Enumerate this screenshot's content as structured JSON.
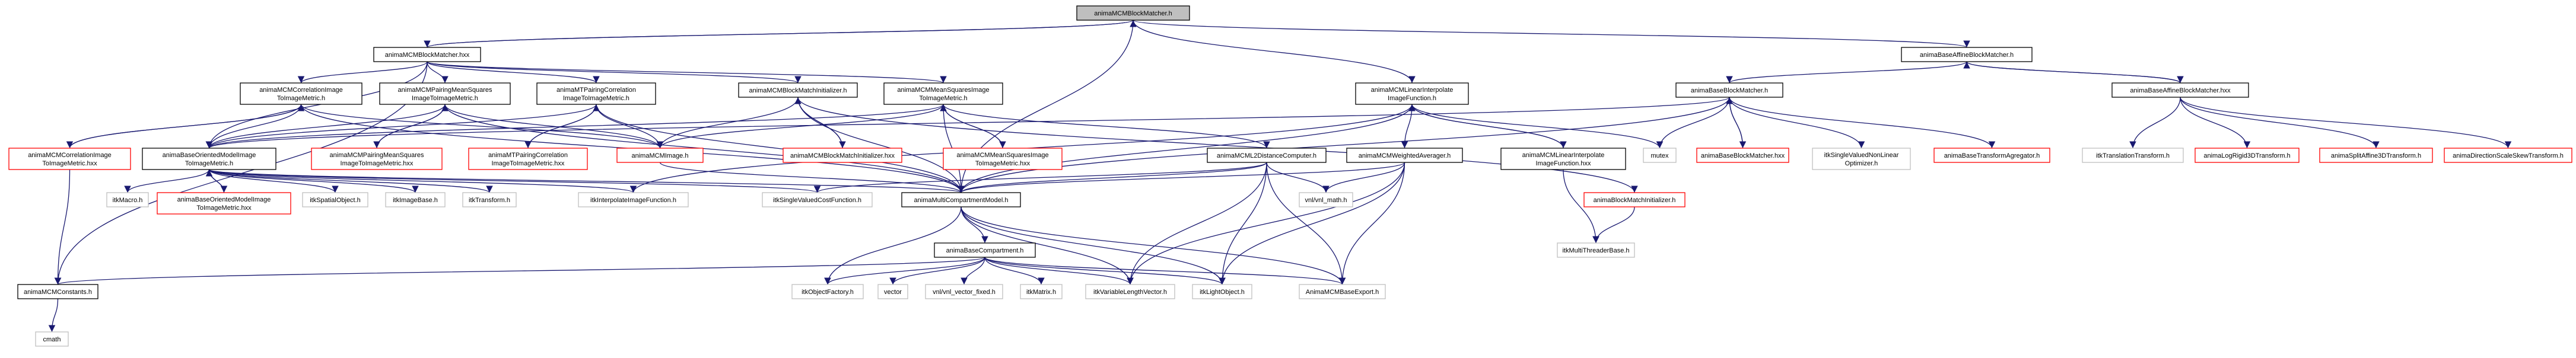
{
  "colors": {
    "edge": "#191970",
    "border_default": "#000000",
    "border_red": "#ff0000",
    "border_gray": "#bfbfbf",
    "root_fill": "#bfbfbf",
    "node_fill": "#ffffff",
    "text": "#000000"
  },
  "nodes": {
    "n0": {
      "label": "animaMCMBlockMatcher.h",
      "style": "root"
    },
    "n1": {
      "label": "animaMCMBlockMatcher.hxx",
      "style": "default"
    },
    "n2": {
      "label": "animaBaseAffineBlockMatcher.h",
      "style": "default"
    },
    "n3": {
      "label": "animaMCMLinearInterpolate ImageFunction.h",
      "style": "default"
    },
    "n4": {
      "label": "animaBaseAffineBlockMatcher.hxx",
      "style": "default"
    },
    "n5": {
      "label": "animaMCMCorrelationImage ToImageMetric.h",
      "style": "default"
    },
    "n6": {
      "label": "animaMCMPairingMeanSquares ImageToImageMetric.h",
      "style": "default"
    },
    "n7": {
      "label": "animaMTPairingCorrelation ImageToImageMetric.h",
      "style": "default"
    },
    "n8": {
      "label": "animaMCMBlockMatchInitializer.h",
      "style": "default"
    },
    "n9": {
      "label": "animaMCMMeanSquaresImage ToImageMetric.h",
      "style": "default"
    },
    "n10": {
      "label": "animaBaseBlockMatcher.h",
      "style": "default"
    },
    "n11": {
      "label": "animaMCMCorrelationImage ToImageMetric.hxx",
      "style": "red"
    },
    "n12": {
      "label": "animaBaseOrientedModelImage ToImageMetric.h",
      "style": "default"
    },
    "n13": {
      "label": "animaMCMPairingMeanSquares ImageToImageMetric.hxx",
      "style": "red"
    },
    "n14": {
      "label": "animaMTPairingCorrelation ImageToImageMetric.hxx",
      "style": "red"
    },
    "n15": {
      "label": "animaMCMImage.h",
      "style": "red"
    },
    "n16": {
      "label": "animaMCMBlockMatchInitializer.hxx",
      "style": "red"
    },
    "n17": {
      "label": "animaMCMMeanSquaresImage ToImageMetric.hxx",
      "style": "red"
    },
    "n18": {
      "label": "animaMCML2DistanceComputer.h",
      "style": "default"
    },
    "n19": {
      "label": "animaMCMWeightedAverager.h",
      "style": "default"
    },
    "n20": {
      "label": "animaMCMLinearInterpolate ImageFunction.hxx",
      "style": "default"
    },
    "n21": {
      "label": "mutex",
      "style": "gray"
    },
    "n22": {
      "label": "animaBaseBlockMatcher.hxx",
      "style": "red"
    },
    "n23": {
      "label": "itkSingleValuedNonLinear Optimizer.h",
      "style": "gray"
    },
    "n24": {
      "label": "animaBaseTransformAgregator.h",
      "style": "red"
    },
    "n25": {
      "label": "itkTranslationTransform.h",
      "style": "gray"
    },
    "n26": {
      "label": "animaLogRigid3DTransform.h",
      "style": "red"
    },
    "n27": {
      "label": "animaSplitAffine3DTransform.h",
      "style": "red"
    },
    "n28": {
      "label": "animaDirectionScaleSkewTransform.h",
      "style": "red"
    },
    "n29": {
      "label": "itkMacro.h",
      "style": "gray"
    },
    "n30": {
      "label": "animaBaseOrientedModelImage ToImageMetric.hxx",
      "style": "red"
    },
    "n31": {
      "label": "itkSpatialObject.h",
      "style": "gray"
    },
    "n32": {
      "label": "itkImageBase.h",
      "style": "gray"
    },
    "n33": {
      "label": "itkTransform.h",
      "style": "gray"
    },
    "n34": {
      "label": "itkInterpolateImageFunction.h",
      "style": "gray"
    },
    "n35": {
      "label": "itkSingleValuedCostFunction.h",
      "style": "gray"
    },
    "n36": {
      "label": "animaMultiCompartmentModel.h",
      "style": "default"
    },
    "n37": {
      "label": "vnl/vnl_math.h",
      "style": "gray"
    },
    "n38": {
      "label": "animaBlockMatchInitializer.h",
      "style": "red"
    },
    "n39": {
      "label": "itkMultiThreaderBase.h",
      "style": "gray"
    },
    "n40": {
      "label": "animaBaseCompartment.h",
      "style": "default"
    },
    "n41": {
      "label": "animaMCMConstants.h",
      "style": "default"
    },
    "n42": {
      "label": "itkObjectFactory.h",
      "style": "gray"
    },
    "n43": {
      "label": "vector",
      "style": "gray"
    },
    "n44": {
      "label": "vnl/vnl_vector_fixed.h",
      "style": "gray"
    },
    "n45": {
      "label": "itkMatrix.h",
      "style": "gray"
    },
    "n46": {
      "label": "itkVariableLengthVector.h",
      "style": "gray"
    },
    "n47": {
      "label": "itkLightObject.h",
      "style": "gray"
    },
    "n48": {
      "label": "AnimaMCMBaseExport.h",
      "style": "gray"
    },
    "n49": {
      "label": "cmath",
      "style": "gray"
    }
  },
  "edges": [
    [
      "n0",
      "n1"
    ],
    [
      "n0",
      "n2"
    ],
    [
      "n0",
      "n3"
    ],
    [
      "n0",
      "n36"
    ],
    [
      "n1",
      "n0"
    ],
    [
      "n1",
      "n5"
    ],
    [
      "n1",
      "n6"
    ],
    [
      "n1",
      "n7"
    ],
    [
      "n1",
      "n8"
    ],
    [
      "n1",
      "n9"
    ],
    [
      "n1",
      "n12"
    ],
    [
      "n1",
      "n41"
    ],
    [
      "n2",
      "n4"
    ],
    [
      "n2",
      "n10"
    ],
    [
      "n4",
      "n2"
    ],
    [
      "n4",
      "n25"
    ],
    [
      "n4",
      "n26"
    ],
    [
      "n4",
      "n27"
    ],
    [
      "n4",
      "n28"
    ],
    [
      "n3",
      "n19"
    ],
    [
      "n3",
      "n20"
    ],
    [
      "n3",
      "n21"
    ],
    [
      "n3",
      "n34"
    ],
    [
      "n3",
      "n36"
    ],
    [
      "n20",
      "n3"
    ],
    [
      "n20",
      "n39"
    ],
    [
      "n5",
      "n11"
    ],
    [
      "n5",
      "n12"
    ],
    [
      "n5",
      "n15"
    ],
    [
      "n5",
      "n36"
    ],
    [
      "n11",
      "n5"
    ],
    [
      "n11",
      "n41"
    ],
    [
      "n6",
      "n12"
    ],
    [
      "n6",
      "n13"
    ],
    [
      "n6",
      "n15"
    ],
    [
      "n6",
      "n36"
    ],
    [
      "n13",
      "n6"
    ],
    [
      "n7",
      "n12"
    ],
    [
      "n7",
      "n14"
    ],
    [
      "n7",
      "n15"
    ],
    [
      "n7",
      "n36"
    ],
    [
      "n14",
      "n7"
    ],
    [
      "n8",
      "n15"
    ],
    [
      "n8",
      "n16"
    ],
    [
      "n8",
      "n36"
    ],
    [
      "n8",
      "n38"
    ],
    [
      "n16",
      "n8"
    ],
    [
      "n9",
      "n12"
    ],
    [
      "n9",
      "n15"
    ],
    [
      "n9",
      "n17"
    ],
    [
      "n9",
      "n18"
    ],
    [
      "n9",
      "n36"
    ],
    [
      "n17",
      "n9"
    ],
    [
      "n10",
      "n12"
    ],
    [
      "n10",
      "n21"
    ],
    [
      "n10",
      "n22"
    ],
    [
      "n10",
      "n23"
    ],
    [
      "n10",
      "n24"
    ],
    [
      "n10",
      "n36"
    ],
    [
      "n22",
      "n10"
    ],
    [
      "n12",
      "n29"
    ],
    [
      "n12",
      "n30"
    ],
    [
      "n12",
      "n31"
    ],
    [
      "n12",
      "n32"
    ],
    [
      "n12",
      "n33"
    ],
    [
      "n12",
      "n34"
    ],
    [
      "n12",
      "n35"
    ],
    [
      "n12",
      "n36"
    ],
    [
      "n30",
      "n12"
    ],
    [
      "n15",
      "n36"
    ],
    [
      "n18",
      "n35"
    ],
    [
      "n18",
      "n36"
    ],
    [
      "n18",
      "n37"
    ],
    [
      "n18",
      "n46"
    ],
    [
      "n18",
      "n47"
    ],
    [
      "n18",
      "n48"
    ],
    [
      "n19",
      "n36"
    ],
    [
      "n19",
      "n37"
    ],
    [
      "n19",
      "n46"
    ],
    [
      "n19",
      "n47"
    ],
    [
      "n19",
      "n48"
    ],
    [
      "n38",
      "n39"
    ],
    [
      "n36",
      "n40"
    ],
    [
      "n36",
      "n42"
    ],
    [
      "n36",
      "n46"
    ],
    [
      "n36",
      "n47"
    ],
    [
      "n36",
      "n48"
    ],
    [
      "n40",
      "n41"
    ],
    [
      "n40",
      "n42"
    ],
    [
      "n40",
      "n43"
    ],
    [
      "n40",
      "n44"
    ],
    [
      "n40",
      "n45"
    ],
    [
      "n40",
      "n46"
    ],
    [
      "n40",
      "n47"
    ],
    [
      "n40",
      "n48"
    ],
    [
      "n41",
      "n49"
    ]
  ]
}
